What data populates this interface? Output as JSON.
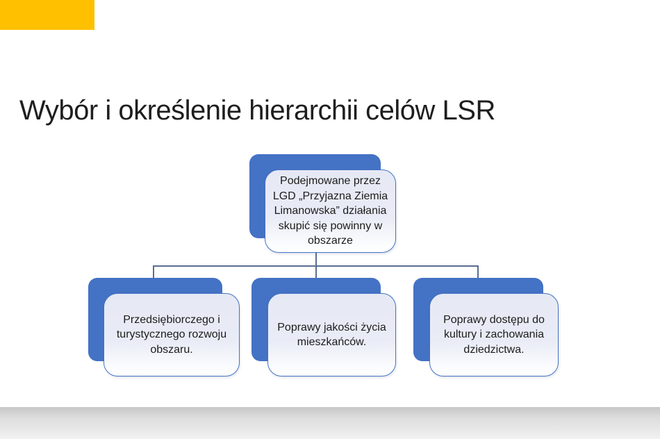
{
  "slide": {
    "title": "Wybór i określenie hierarchii celów LSR",
    "accent_bar_color": "#FFC000",
    "colors": {
      "node_back_blue": "#4472C4",
      "node_front_fill": "#E9ECF6",
      "node_border": "#4472C4",
      "connector": "#5A6D91",
      "title_text": "#1E1E1E",
      "body_text": "#1C1C1C",
      "page_edge_shadow": "#C7C7C7"
    },
    "diagram": {
      "type": "hierarchy",
      "root": {
        "text": "Podejmowane przez LGD „Przyjazna Ziemia Limanowska” działania skupić się powinny w obszarze"
      },
      "children": [
        {
          "text": "Przedsiębiorczego i turystycznego rozwoju obszaru."
        },
        {
          "text": "Poprawy jakości życia mieszkańców."
        },
        {
          "text": "Poprawy dostępu do kultury i zachowania dziedzictwa."
        }
      ]
    }
  }
}
